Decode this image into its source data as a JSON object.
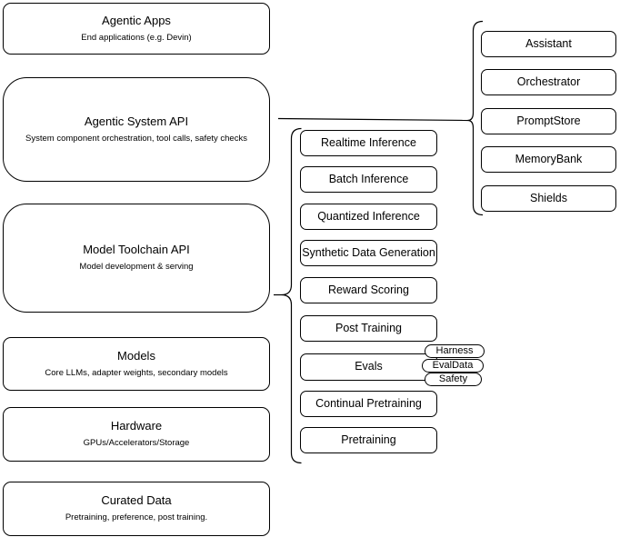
{
  "diagram": {
    "background_color": "#ffffff",
    "stroke_color": "#000000",
    "left_column": [
      {
        "title": "Agentic Apps",
        "subtitle": "End applications (e.g. Devin)"
      },
      {
        "title": "Agentic System API",
        "subtitle": "System component orchestration, tool calls, safety checks"
      },
      {
        "title": "Model Toolchain API",
        "subtitle": "Model development & serving"
      },
      {
        "title": "Models",
        "subtitle": "Core LLMs, adapter weights, secondary models"
      },
      {
        "title": "Hardware",
        "subtitle": "GPUs/Accelerators/Storage"
      },
      {
        "title": "Curated Data",
        "subtitle": "Pretraining, preference, post training."
      }
    ],
    "middle_column": [
      "Realtime Inference",
      "Batch Inference",
      "Quantized Inference",
      "Synthetic Data Generation",
      "Reward Scoring",
      "Post Training",
      "Evals",
      "Continual Pretraining",
      "Pretraining"
    ],
    "eval_pills": [
      "Harness",
      "EvalData",
      "Safety"
    ],
    "right_column": [
      "Assistant",
      "Orchestrator",
      "PromptStore",
      "MemoryBank",
      "Shields"
    ]
  }
}
